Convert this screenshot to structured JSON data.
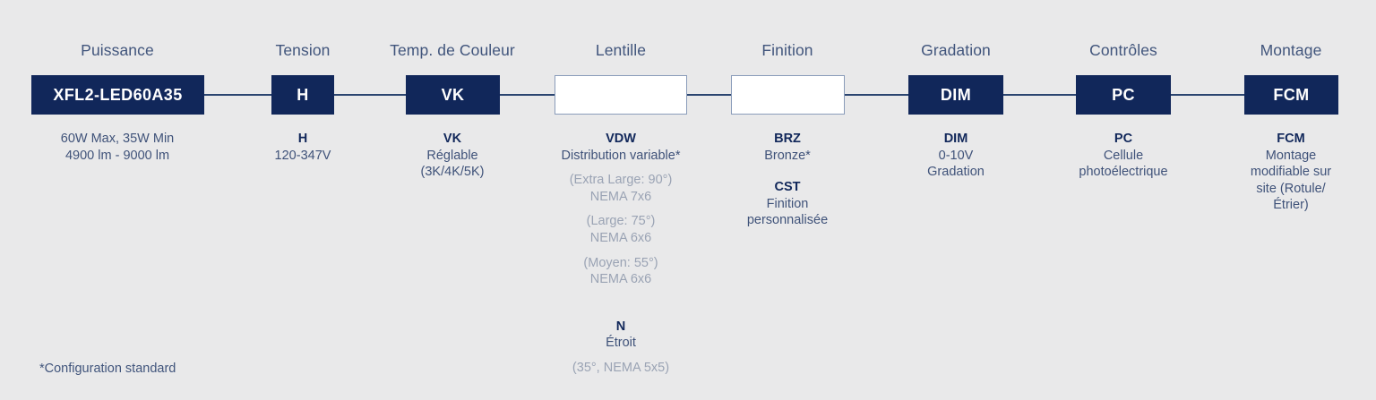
{
  "footnote": "*Configuration standard",
  "colors": {
    "background": "#e9e9ea",
    "navy": "#11275a",
    "header_text": "#41557c",
    "body_text": "#3f5279",
    "muted_text": "#9aa3b4",
    "rail": "#2b4570",
    "empty_box_border": "#8a9cba"
  },
  "columns": [
    {
      "header": "Puissance",
      "chip": {
        "label": "XFL2-LED60A35",
        "style": "filled"
      },
      "details": [
        {
          "code": "",
          "lines": [
            "60W Max, 35W Min",
            "4900 lm  - 9000 lm"
          ],
          "subs": []
        }
      ]
    },
    {
      "header": "Tension",
      "chip": {
        "label": "H",
        "style": "filled"
      },
      "details": [
        {
          "code": "H",
          "lines": [
            "120-347V"
          ],
          "subs": []
        }
      ]
    },
    {
      "header": "Temp. de Couleur",
      "chip": {
        "label": "VK",
        "style": "filled"
      },
      "details": [
        {
          "code": "VK",
          "lines": [
            "Réglable",
            "(3K/4K/5K)"
          ],
          "subs": []
        }
      ]
    },
    {
      "header": "Lentille",
      "chip": {
        "label": "",
        "style": "empty"
      },
      "details": [
        {
          "code": "VDW",
          "lines": [
            "Distribution variable*"
          ],
          "subs": [
            [
              "(Extra Large: 90°)",
              "NEMA 7x6"
            ],
            [
              "(Large: 75°)",
              "NEMA 6x6"
            ],
            [
              "(Moyen: 55°)",
              "NEMA 6x6"
            ]
          ]
        },
        {
          "code": "N",
          "lines": [
            "Étroit"
          ],
          "subs": [
            [
              "(35°, NEMA 5x5)"
            ]
          ]
        }
      ]
    },
    {
      "header": "Finition",
      "chip": {
        "label": "",
        "style": "empty"
      },
      "details": [
        {
          "code": "BRZ",
          "lines": [
            "Bronze*"
          ],
          "subs": []
        },
        {
          "code": "CST",
          "lines": [
            "Finition",
            "personnalisée"
          ],
          "subs": []
        }
      ]
    },
    {
      "header": "Gradation",
      "chip": {
        "label": "DIM",
        "style": "filled"
      },
      "details": [
        {
          "code": "DIM",
          "lines": [
            "0-10V",
            "Gradation"
          ],
          "subs": []
        }
      ]
    },
    {
      "header": "Contrôles",
      "chip": {
        "label": "PC",
        "style": "filled"
      },
      "details": [
        {
          "code": "PC",
          "lines": [
            "Cellule",
            "photoélectrique"
          ],
          "subs": []
        }
      ]
    },
    {
      "header": "Montage",
      "chip": {
        "label": "FCM",
        "style": "filled"
      },
      "details": [
        {
          "code": "FCM",
          "lines": [
            "Montage",
            "modifiable sur",
            "site (Rotule/",
            "Étrier)"
          ],
          "subs": []
        }
      ]
    }
  ]
}
